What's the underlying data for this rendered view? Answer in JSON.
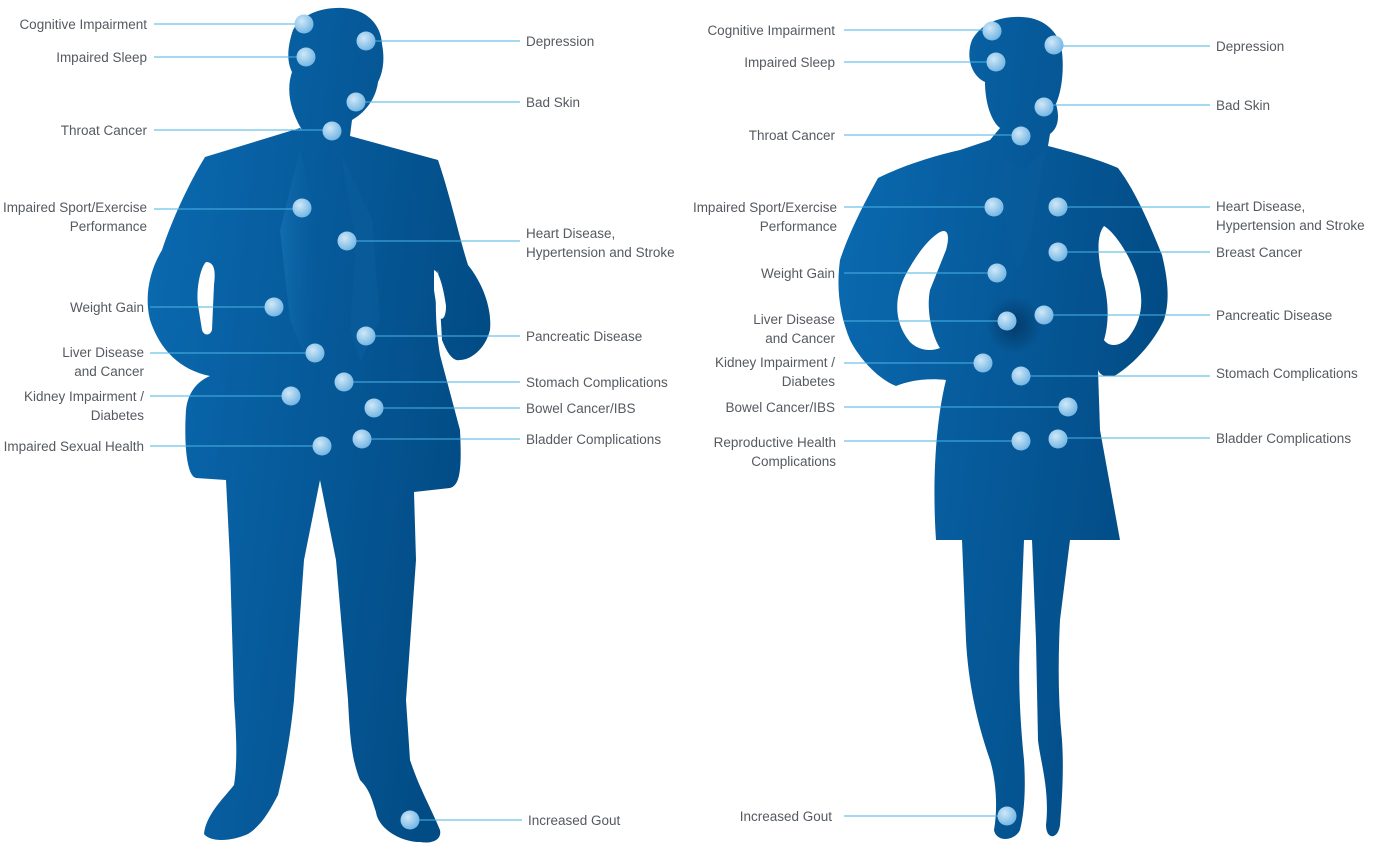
{
  "figures": [
    {
      "id": "male",
      "labels": [
        {
          "id": "cognitive-impairment",
          "lines": [
            "Cognitive Impairment"
          ]
        },
        {
          "id": "impaired-sleep",
          "lines": [
            "Impaired Sleep"
          ]
        },
        {
          "id": "throat-cancer",
          "lines": [
            "Throat Cancer"
          ]
        },
        {
          "id": "impaired-sport-exercise-performance",
          "lines": [
            "Impaired Sport/Exercise",
            "Performance"
          ]
        },
        {
          "id": "weight-gain",
          "lines": [
            "Weight Gain"
          ]
        },
        {
          "id": "liver-disease-and-cancer",
          "lines": [
            "Liver Disease",
            "and Cancer"
          ]
        },
        {
          "id": "kidney-impairment-diabetes",
          "lines": [
            "Kidney Impairment /",
            "Diabetes"
          ]
        },
        {
          "id": "impaired-sexual-health",
          "lines": [
            "Impaired Sexual Health"
          ]
        },
        {
          "id": "depression",
          "lines": [
            "Depression"
          ]
        },
        {
          "id": "bad-skin",
          "lines": [
            "Bad Skin"
          ]
        },
        {
          "id": "heart-disease-hypertension-stroke",
          "lines": [
            "Heart Disease,",
            "Hypertension and Stroke"
          ]
        },
        {
          "id": "pancreatic-disease",
          "lines": [
            "Pancreatic Disease"
          ]
        },
        {
          "id": "stomach-complications",
          "lines": [
            "Stomach Complications"
          ]
        },
        {
          "id": "bowel-cancer-ibs",
          "lines": [
            "Bowel Cancer/IBS"
          ]
        },
        {
          "id": "bladder-complications",
          "lines": [
            "Bladder Complications"
          ]
        },
        {
          "id": "increased-gout",
          "lines": [
            "Increased Gout"
          ]
        }
      ]
    },
    {
      "id": "female",
      "labels": [
        {
          "id": "cognitive-impairment",
          "lines": [
            "Cognitive Impairment"
          ]
        },
        {
          "id": "impaired-sleep",
          "lines": [
            "Impaired Sleep"
          ]
        },
        {
          "id": "throat-cancer",
          "lines": [
            "Throat Cancer"
          ]
        },
        {
          "id": "impaired-sport-exercise-performance",
          "lines": [
            "Impaired Sport/Exercise",
            "Performance"
          ]
        },
        {
          "id": "weight-gain",
          "lines": [
            "Weight Gain"
          ]
        },
        {
          "id": "liver-disease-and-cancer",
          "lines": [
            "Liver Disease",
            "and Cancer"
          ]
        },
        {
          "id": "kidney-impairment-diabetes",
          "lines": [
            "Kidney Impairment /",
            "Diabetes"
          ]
        },
        {
          "id": "bowel-cancer-ibs",
          "lines": [
            "Bowel Cancer/IBS"
          ]
        },
        {
          "id": "reproductive-health-complications",
          "lines": [
            "Reproductive Health",
            "Complications"
          ]
        },
        {
          "id": "increased-gout",
          "lines": [
            "Increased Gout"
          ]
        },
        {
          "id": "depression",
          "lines": [
            "Depression"
          ]
        },
        {
          "id": "bad-skin",
          "lines": [
            "Bad Skin"
          ]
        },
        {
          "id": "heart-disease-hypertension-stroke",
          "lines": [
            "Heart Disease,",
            "Hypertension and Stroke"
          ]
        },
        {
          "id": "breast-cancer",
          "lines": [
            "Breast Cancer"
          ]
        },
        {
          "id": "pancreatic-disease",
          "lines": [
            "Pancreatic Disease"
          ]
        },
        {
          "id": "stomach-complications",
          "lines": [
            "Stomach Complications"
          ]
        },
        {
          "id": "bladder-complications",
          "lines": [
            "Bladder Complications"
          ]
        }
      ]
    }
  ],
  "colors": {
    "body_light": "#0b6bb2",
    "body_dark": "#024c86",
    "dot_light": "#cfe8f8",
    "dot_dark": "#6fb3e2",
    "leader": "#4ab3e6",
    "text": "#555a60"
  }
}
